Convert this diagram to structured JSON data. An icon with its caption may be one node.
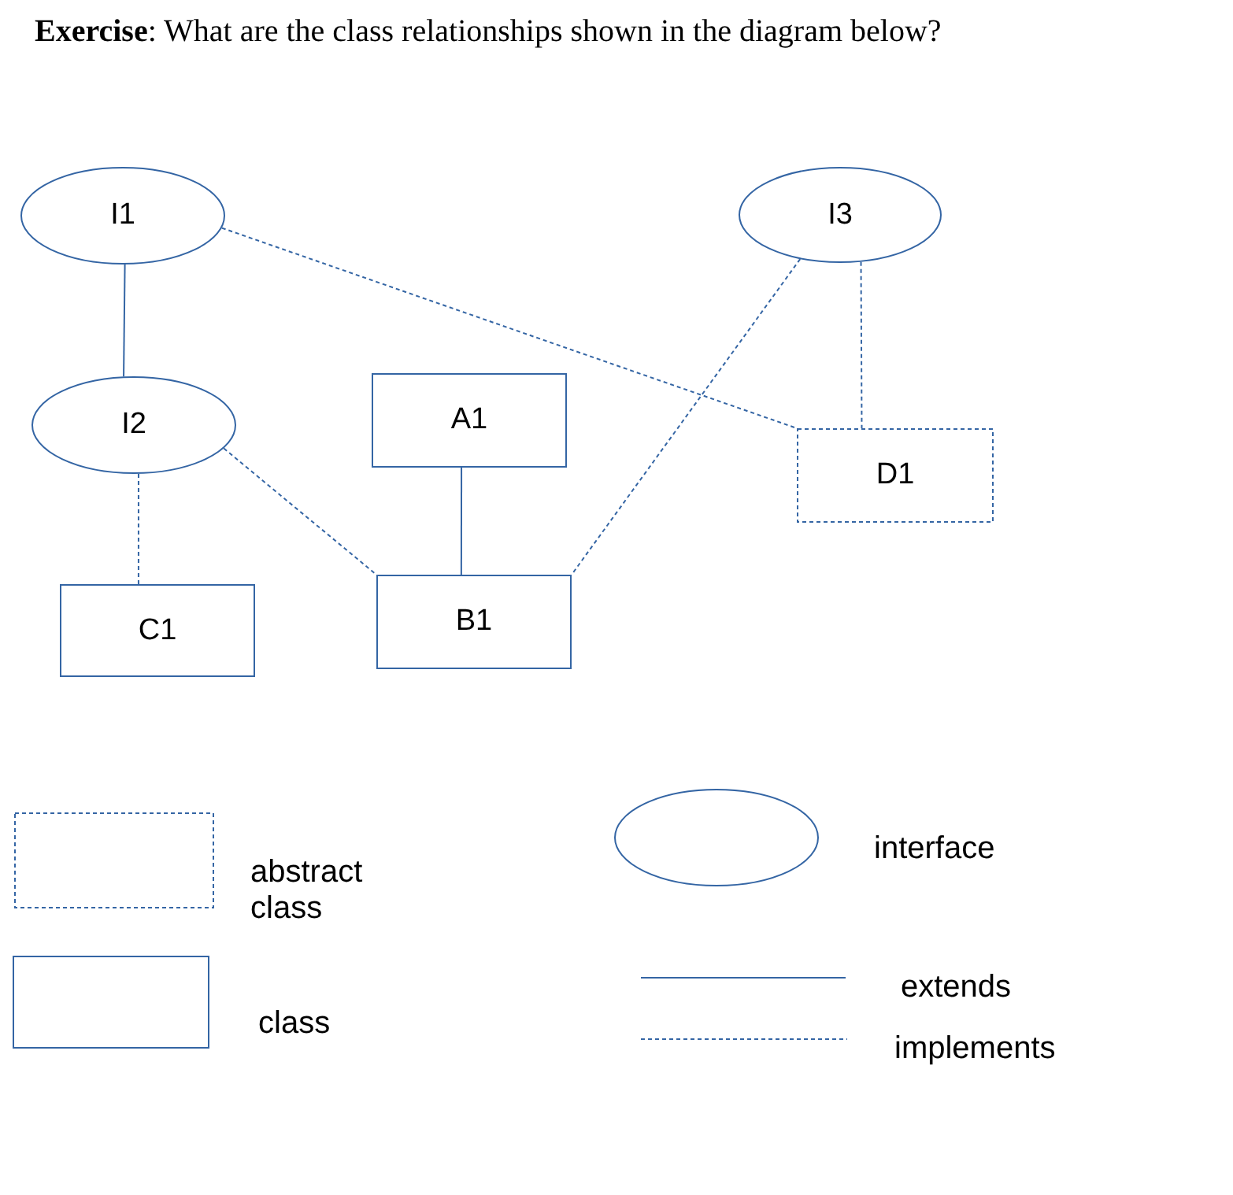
{
  "diagram": {
    "title": "**Exercise**: What are the class relationships shown in the diagram below?",
    "nodes": [
      {
        "text": [
          "I1"
        ]
      },
      {
        "text": [
          "I3"
        ]
      },
      {
        "text": [
          "I2"
        ]
      },
      {
        "text": [
          "A1"
        ]
      },
      {
        "text": [
          "D1"
        ]
      },
      {
        "text": [
          "C1"
        ]
      },
      {
        "text": [
          "B1"
        ]
      }
    ],
    "edges": [
      {
        "from": 0,
        "to": 2,
        "arrow": "none"
      },
      {
        "from": 0,
        "to": 4,
        "arrow": "none",
        "style": "dashed"
      },
      {
        "from": 1,
        "to": 6,
        "arrow": "none",
        "style": "dashed"
      },
      {
        "from": 1,
        "to": 4,
        "arrow": "none",
        "style": "dashed"
      },
      {
        "from": 2,
        "to": 5,
        "arrow": "none",
        "style": "dashed"
      },
      {
        "from": 2,
        "to": 6,
        "arrow": "none",
        "style": "dashed"
      },
      {
        "from": 3,
        "to": 6,
        "arrow": "none"
      }
    ],
    "legend": [
      {
        "text": "abstract class"
      },
      {
        "text": "interface"
      },
      {
        "text": "class"
      },
      {
        "text": "extends"
      },
      {
        "text": "implements"
      }
    ]
  }
}
